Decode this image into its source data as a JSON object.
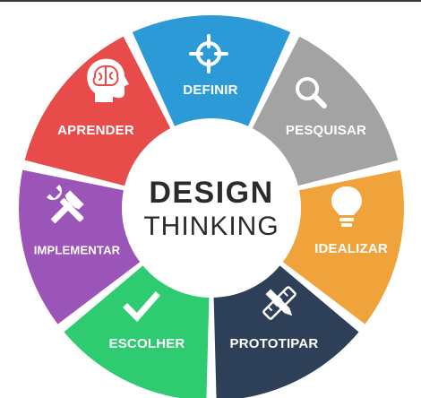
{
  "center": {
    "title": "DESIGN",
    "subtitle": "THINKING"
  },
  "segments": [
    {
      "label": "DEFINIR",
      "color": "#2d9ad8",
      "icon": "target-crosshair-icon"
    },
    {
      "label": "PESQUISAR",
      "color": "#a3a3a3",
      "icon": "magnifier-icon"
    },
    {
      "label": "IDEALIZAR",
      "color": "#f0a33b",
      "icon": "lightbulb-icon"
    },
    {
      "label": "PROTOTIPAR",
      "color": "#2e4057",
      "icon": "ruler-pencil-icon"
    },
    {
      "label": "ESCOLHER",
      "color": "#2ecb70",
      "icon": "checkmark-icon"
    },
    {
      "label": "IMPLEMENTAR",
      "color": "#9b55b8",
      "icon": "tools-icon"
    },
    {
      "label": "APRENDER",
      "color": "#e74c4b",
      "icon": "head-brain-icon"
    }
  ]
}
